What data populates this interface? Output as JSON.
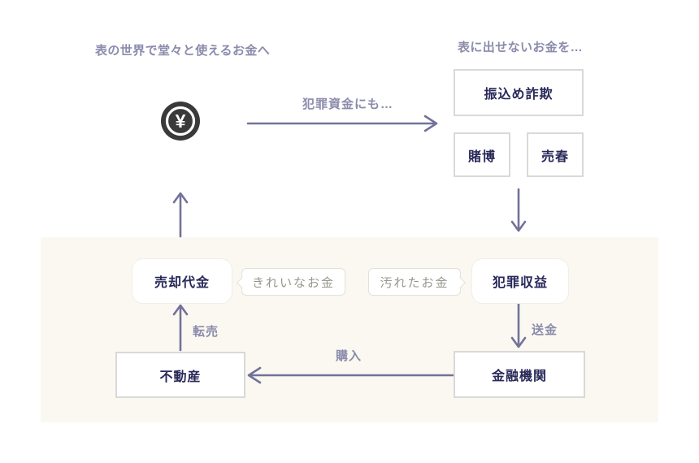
{
  "palette": {
    "page_bg": "#ffffff",
    "panel_bg": "#faf8f1",
    "box_border": "#d9d9d9",
    "rounded_box_border": "#f0eee7",
    "box_bg": "#ffffff",
    "dark_text": "#28285a",
    "label_text": "#8b8bac",
    "arrow": "#72729a",
    "bubble_border": "#e4e1d8",
    "bubble_text": "#98968e",
    "coin_fill": "#3a3a3a"
  },
  "captions": {
    "top_left": "表の世界で堂々と使えるお金へ",
    "top_right": "表に出せないお金を…"
  },
  "icon": {
    "yen_glyph": "¥"
  },
  "nodes": {
    "fraud": {
      "label": "振込め詐欺"
    },
    "gambling": {
      "label": "賭博"
    },
    "prostitution": {
      "label": "売春"
    },
    "sale_proceeds": {
      "label": "売却代金"
    },
    "crime_proceeds": {
      "label": "犯罪収益"
    },
    "real_estate": {
      "label": "不動産"
    },
    "financial_institution": {
      "label": "金融機関"
    }
  },
  "bubbles": {
    "clean_money": {
      "label": "きれいなお金"
    },
    "dirty_money": {
      "label": "汚れたお金"
    }
  },
  "arrows": {
    "crime_funds": {
      "label": "犯罪資金にも…"
    },
    "resale": {
      "label": "転売"
    },
    "remittance": {
      "label": "送金"
    },
    "purchase": {
      "label": "購入"
    }
  }
}
